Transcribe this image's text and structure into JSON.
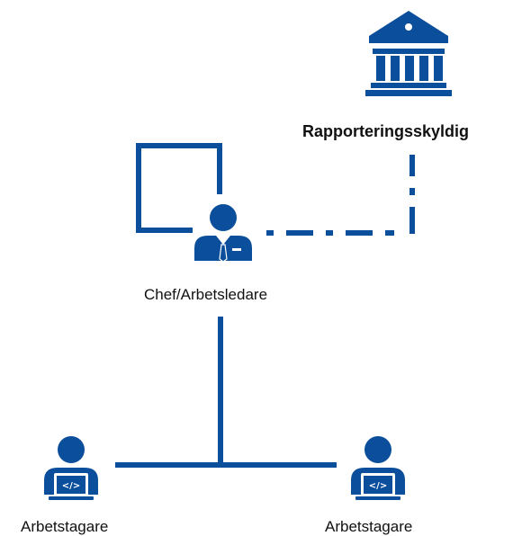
{
  "colors": {
    "accent": "#0b4e9b",
    "background": "#ffffff",
    "text": "#111111"
  },
  "icons": {
    "authority": "bank-building-icon",
    "manager": "manager-person-icon",
    "worker_left": "developer-laptop-icon",
    "worker_right": "developer-laptop-icon"
  },
  "labels": {
    "authority": "Rapporteringsskyldig",
    "manager": "Chef/Arbetsledare",
    "worker_left": "Arbetstagare",
    "worker_right": "Arbetstagare"
  }
}
